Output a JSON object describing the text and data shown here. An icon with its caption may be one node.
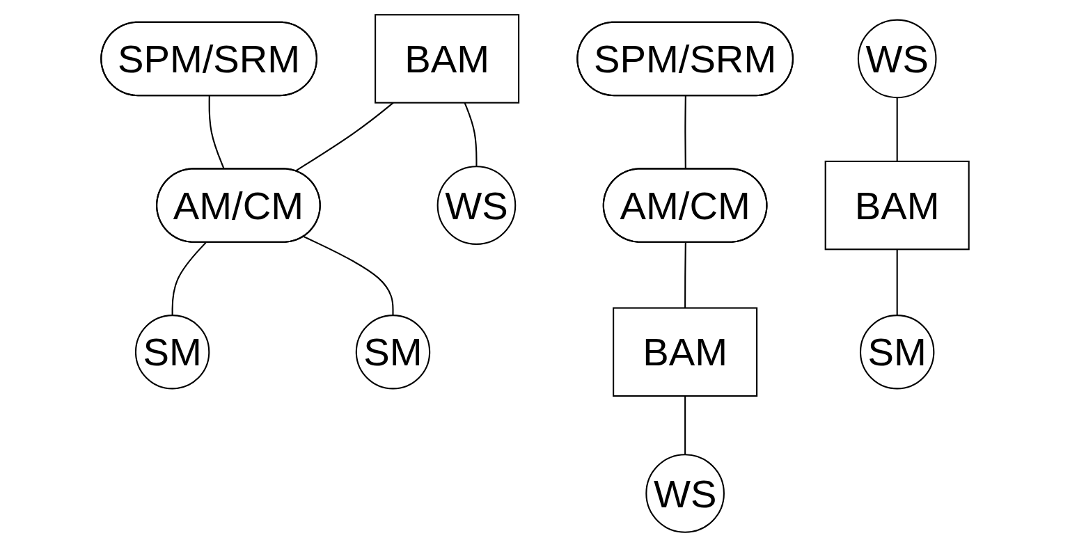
{
  "diagram": {
    "nodes": [
      {
        "text": [
          "SPM/SRM"
        ]
      },
      {
        "text": [
          "AM/CM"
        ]
      },
      {
        "text": [
          "BAM"
        ]
      },
      {
        "text": [
          "WS"
        ]
      },
      {
        "text": [
          "SM"
        ]
      },
      {
        "text": [
          "SM"
        ]
      },
      {
        "text": [
          "SPM/SRM"
        ]
      },
      {
        "text": [
          "AM/CM"
        ]
      },
      {
        "text": [
          "BAM"
        ]
      },
      {
        "text": [
          "WS"
        ]
      },
      {
        "text": [
          "WS"
        ]
      },
      {
        "text": [
          "BAM"
        ]
      },
      {
        "text": [
          "SM"
        ]
      }
    ],
    "edges": [
      {
        "from": 0,
        "to": 1,
        "arrow": "none"
      },
      {
        "from": 2,
        "to": 1,
        "arrow": "none"
      },
      {
        "from": 2,
        "to": 3,
        "arrow": "none"
      },
      {
        "from": 1,
        "to": 4,
        "arrow": "none"
      },
      {
        "from": 1,
        "to": 5,
        "arrow": "none"
      },
      {
        "from": 6,
        "to": 7,
        "arrow": "none"
      },
      {
        "from": 7,
        "to": 8,
        "arrow": "none"
      },
      {
        "from": 8,
        "to": 9,
        "arrow": "none"
      },
      {
        "from": 10,
        "to": 11,
        "arrow": "none"
      },
      {
        "from": 11,
        "to": 12,
        "arrow": "none"
      }
    ]
  }
}
